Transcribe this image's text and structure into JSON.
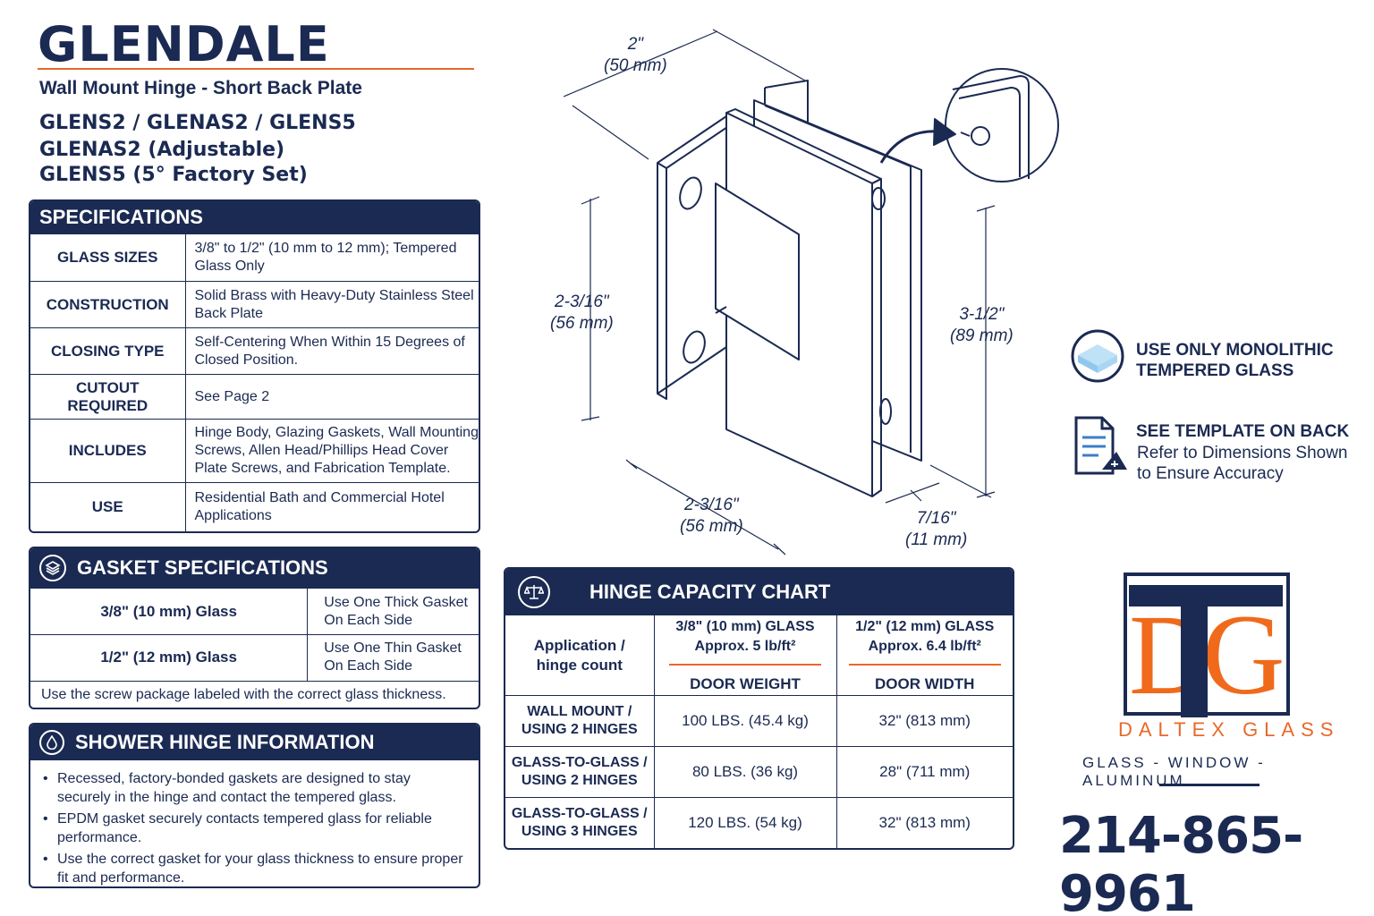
{
  "header": {
    "title": "GLENDALE",
    "subtitle": "Wall Mount Hinge - Short Back Plate",
    "models": [
      "GLENS2 / GLENAS2 / GLENS5",
      "GLENAS2 (Adjustable)",
      "GLENS5 (5° Factory Set)"
    ]
  },
  "specifications": {
    "title": "SPECIFICATIONS",
    "rows": [
      {
        "label": "GLASS SIZES",
        "value": "3/8\" to 1/2\" (10 mm to 12 mm); Tempered Glass Only"
      },
      {
        "label": "CONSTRUCTION",
        "value": "Solid Brass with Heavy-Duty Stainless Steel Back Plate"
      },
      {
        "label": "CLOSING TYPE",
        "value": "Self-Centering When Within 15 Degrees of Closed Position."
      },
      {
        "label": "CUTOUT REQUIRED",
        "value": "See Page 2"
      },
      {
        "label": "INCLUDES",
        "value": "Hinge Body, Glazing Gaskets, Wall Mounting Screws, Allen Head/Phillips Head Cover Plate Screws, and Fabrication Template."
      },
      {
        "label": "USE",
        "value": "Residential Bath and Commercial Hotel Applications"
      }
    ]
  },
  "gasket": {
    "title": "GASKET SPECIFICATIONS",
    "rows": [
      {
        "label": "3/8\" (10 mm) Glass",
        "value": "Use One Thick Gasket On Each Side"
      },
      {
        "label": "1/2\" (12 mm) Glass",
        "value": "Use One Thin Gasket On Each Side"
      }
    ],
    "note": "Use the screw package labeled with the correct glass thickness."
  },
  "shower_info": {
    "title": "SHOWER HINGE INFORMATION",
    "items": [
      "Recessed, factory-bonded gaskets are designed to stay securely in the hinge and contact the tempered glass.",
      "EPDM gasket securely contacts tempered glass for reliable performance.",
      "Use the correct gasket for your glass thickness to ensure proper fit and performance."
    ]
  },
  "dimensions": {
    "top": [
      "2\"",
      "(50 mm)"
    ],
    "left": [
      "2-3/16\"",
      "(56 mm)"
    ],
    "right": [
      "3-1/2\"",
      "(89 mm)"
    ],
    "bottom": [
      "2-3/16\"",
      "(56 mm)"
    ],
    "depth": [
      "7/16\"",
      "(11 mm)"
    ]
  },
  "capacity": {
    "title": "HINGE CAPACITY CHART",
    "col0": [
      "Application /",
      "hinge count"
    ],
    "col1": [
      "3/8\" (10 mm) GLASS",
      "Approx. 5 lb/ft²",
      "DOOR WEIGHT"
    ],
    "col2": [
      "1/2\" (12 mm) GLASS",
      "Approx. 6.4 lb/ft²",
      "DOOR WIDTH"
    ],
    "rows": [
      {
        "app": [
          "WALL MOUNT /",
          "USING 2 HINGES"
        ],
        "weight": "100 LBS. (45.4 kg)",
        "width": "32\" (813 mm)"
      },
      {
        "app": [
          "GLASS-TO-GLASS /",
          "USING 2 HINGES"
        ],
        "weight": "80 LBS. (36 kg)",
        "width": "28\" (711 mm)"
      },
      {
        "app": [
          "GLASS-TO-GLASS /",
          "USING 3 HINGES"
        ],
        "weight": "120 LBS. (54 kg)",
        "width": "32\" (813 mm)"
      }
    ]
  },
  "notes": {
    "glass_title": [
      "USE ONLY MONOLITHIC",
      "TEMPERED GLASS"
    ],
    "template_title": "SEE TEMPLATE ON BACK",
    "template_body": [
      "Refer to Dimensions Shown",
      "to Ensure Accuracy"
    ]
  },
  "brand": {
    "name": "DALTEX GLASS",
    "tagline": "GLASS - WINDOW - ALUMINUM",
    "phone": "214-865-9961",
    "colors": {
      "navy": "#1b2a52",
      "orange": "#e8692a"
    }
  }
}
